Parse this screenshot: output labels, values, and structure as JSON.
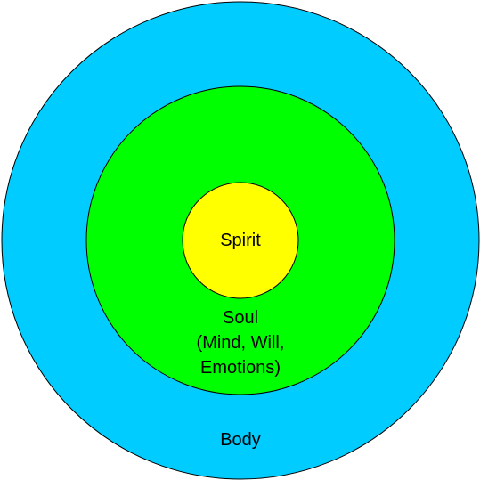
{
  "diagram": {
    "layers": {
      "body": {
        "label": "Body",
        "color": "#00ccff"
      },
      "soul": {
        "label_lines": [
          "Soul",
          "(Mind, Will,",
          "Emotions)"
        ],
        "color": "#00ff00"
      },
      "spirit": {
        "label": "Spirit",
        "color": "#ffff00"
      }
    },
    "outline_color": "#000000"
  }
}
